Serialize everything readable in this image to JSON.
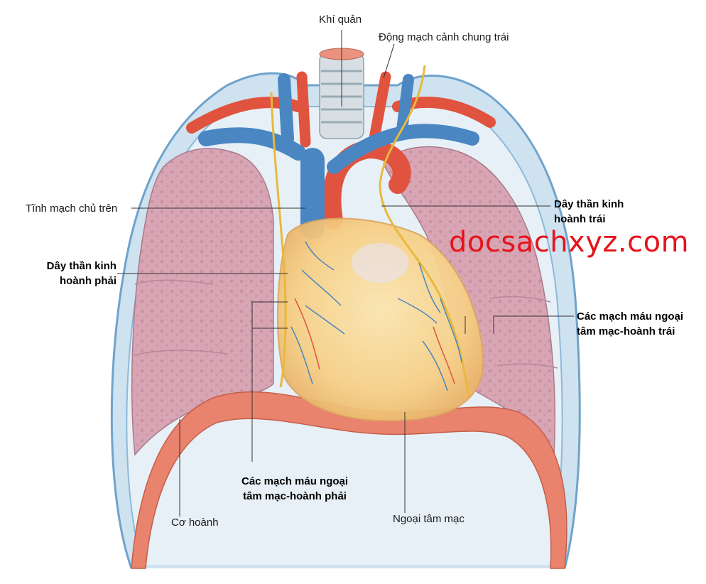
{
  "labels": {
    "trachea": "Khí quản",
    "left_common_carotid": "Động mạch cảnh chung trái",
    "superior_vena_cava": "Tĩnh mạch chủ trên",
    "left_phrenic_nerve_line1": "Dây thần kinh",
    "left_phrenic_nerve_line2": "hoành trái",
    "right_phrenic_nerve_line1": "Dây thần kinh",
    "right_phrenic_nerve_line2": "hoành phải",
    "left_pericardiacophrenic_line1": "Các mạch máu ngoại",
    "left_pericardiacophrenic_line2": "tâm mạc-hoành trái",
    "right_pericardiacophrenic_line1": "Các mạch máu ngoại",
    "right_pericardiacophrenic_line2": "tâm mạc-hoành phải",
    "diaphragm": "Cơ hoành",
    "pericardium": "Ngoại tâm mạc"
  },
  "watermark": "docsachxyz.com",
  "colors": {
    "vein": "#4a86c2",
    "artery": "#e0533f",
    "nerve": "#e8b93c",
    "lung": "#d9a7b6",
    "pleura": "#9cc3de",
    "diaphragm": "#e6826e",
    "pericardium": "#f8dfa0",
    "watermark": "#e5131b"
  }
}
